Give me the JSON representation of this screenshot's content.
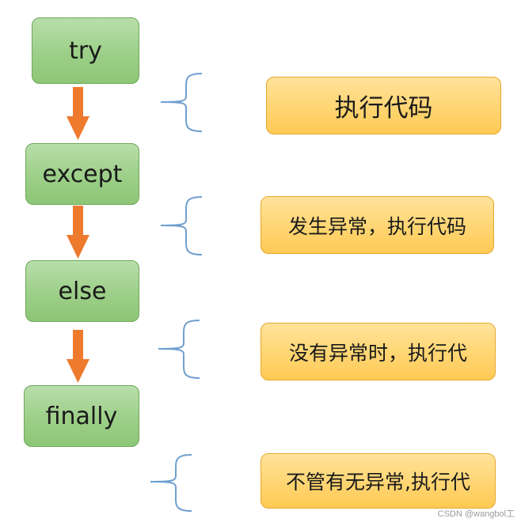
{
  "flow": {
    "steps": [
      {
        "label": "try"
      },
      {
        "label": "except"
      },
      {
        "label": "else"
      },
      {
        "label": "finally"
      }
    ]
  },
  "notes": [
    {
      "text": "执行代码"
    },
    {
      "text": "发生异常，执行代码"
    },
    {
      "text": "没有异常时，执行代"
    },
    {
      "text": "不管有无异常,执行代"
    }
  ],
  "watermark": "CSDN @wangbol工",
  "colors": {
    "step_fill": "#9ccf88",
    "step_border": "#6fa85a",
    "note_fill": "#ffd572",
    "note_border": "#e6a82f",
    "arrow": "#ee7a2e",
    "brace": "#6f9fcf"
  }
}
